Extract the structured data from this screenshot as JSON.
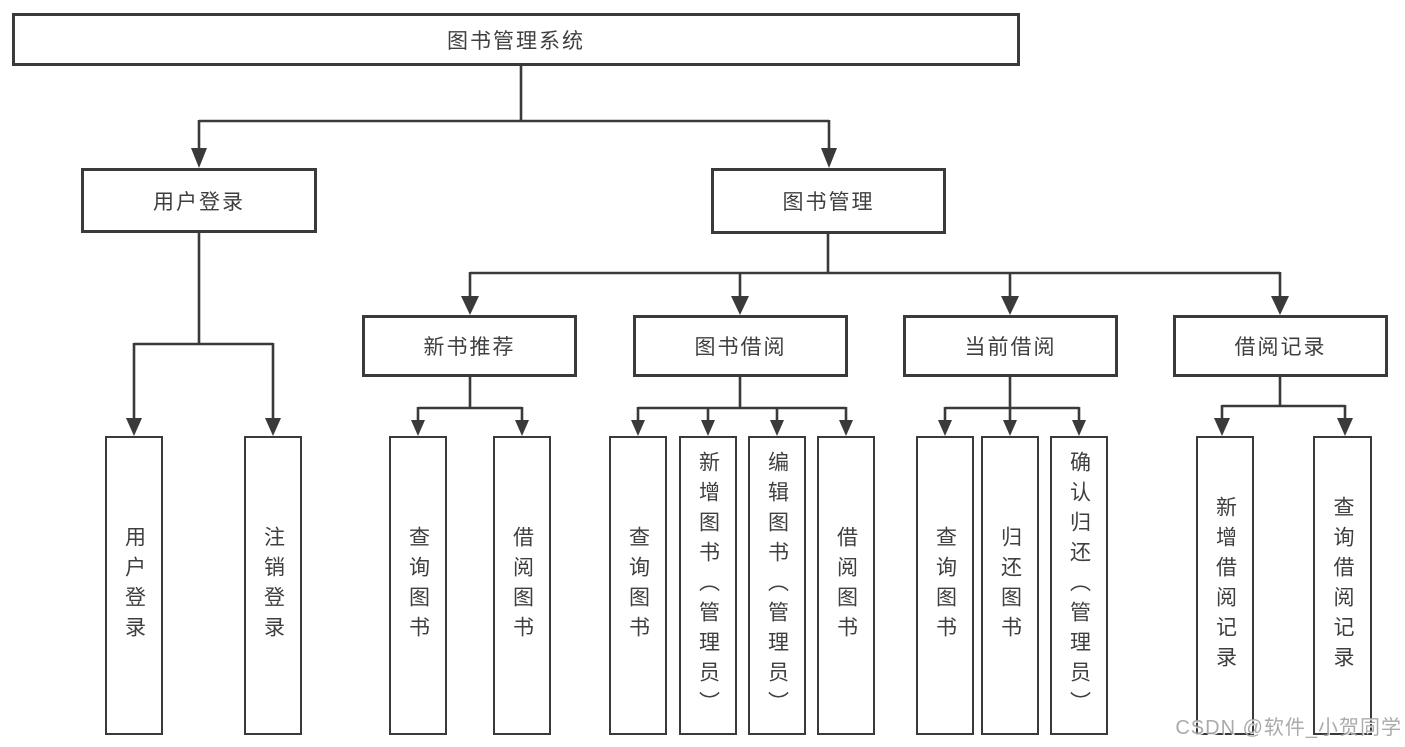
{
  "colors": {
    "line": "#3a3a3a",
    "box_border": "#3a3a3a",
    "text": "#3f3f3f",
    "background": "#ffffff",
    "watermark": "#a2a2a2"
  },
  "tree": {
    "label": "图书管理系统",
    "children": [
      {
        "label": "用户登录",
        "children": [
          {
            "label": "用户登录"
          },
          {
            "label": "注销登录"
          }
        ]
      },
      {
        "label": "图书管理",
        "children": [
          {
            "label": "新书推荐",
            "children": [
              {
                "label": "查询图书"
              },
              {
                "label": "借阅图书"
              }
            ]
          },
          {
            "label": "图书借阅",
            "children": [
              {
                "label": "查询图书"
              },
              {
                "label": "新增图书（管理员）"
              },
              {
                "label": "编辑图书（管理员）"
              },
              {
                "label": "借阅图书"
              }
            ]
          },
          {
            "label": "当前借阅",
            "children": [
              {
                "label": "查询图书"
              },
              {
                "label": "归还图书"
              },
              {
                "label": "确认归还（管理员）"
              }
            ]
          },
          {
            "label": "借阅记录",
            "children": [
              {
                "label": "新增借阅记录"
              },
              {
                "label": "查询借阅记录"
              }
            ]
          }
        ]
      }
    ]
  },
  "watermark": {
    "text": "CSDN @软件_小贺同学"
  }
}
